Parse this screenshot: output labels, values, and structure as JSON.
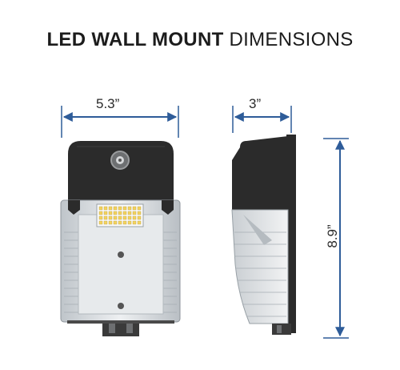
{
  "title": {
    "bold": "LED WALL MOUNT",
    "light": "DIMENSIONS"
  },
  "dimensions": {
    "width": "5.3”",
    "depth": "3”",
    "height": "8.9”"
  },
  "colors": {
    "arrow": "#2e5c99",
    "housing": "#2b2b2b",
    "lens": "#d9dde0"
  }
}
